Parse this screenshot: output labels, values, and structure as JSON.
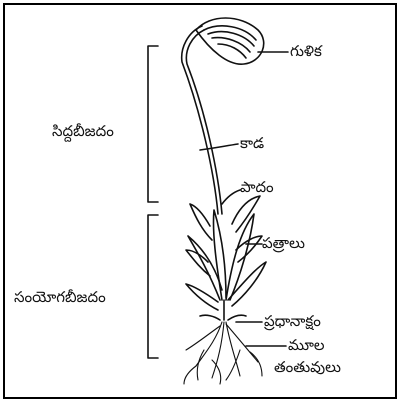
{
  "diagram": {
    "labels": {
      "capsule": "గుళిక",
      "seta": "కాడ",
      "foot": "పాదం",
      "leaves": "పత్రాలు",
      "main_axis": "ప్రధానాక్షం",
      "rhizoids_line1": "మూల",
      "rhizoids_line2": "తంతువులు",
      "sporophyte": "సిద్దబీజదం",
      "gametophyte": "సంయోగబీజదం"
    },
    "colors": {
      "line": "#111111",
      "border": "#000000",
      "background": "#ffffff"
    }
  }
}
